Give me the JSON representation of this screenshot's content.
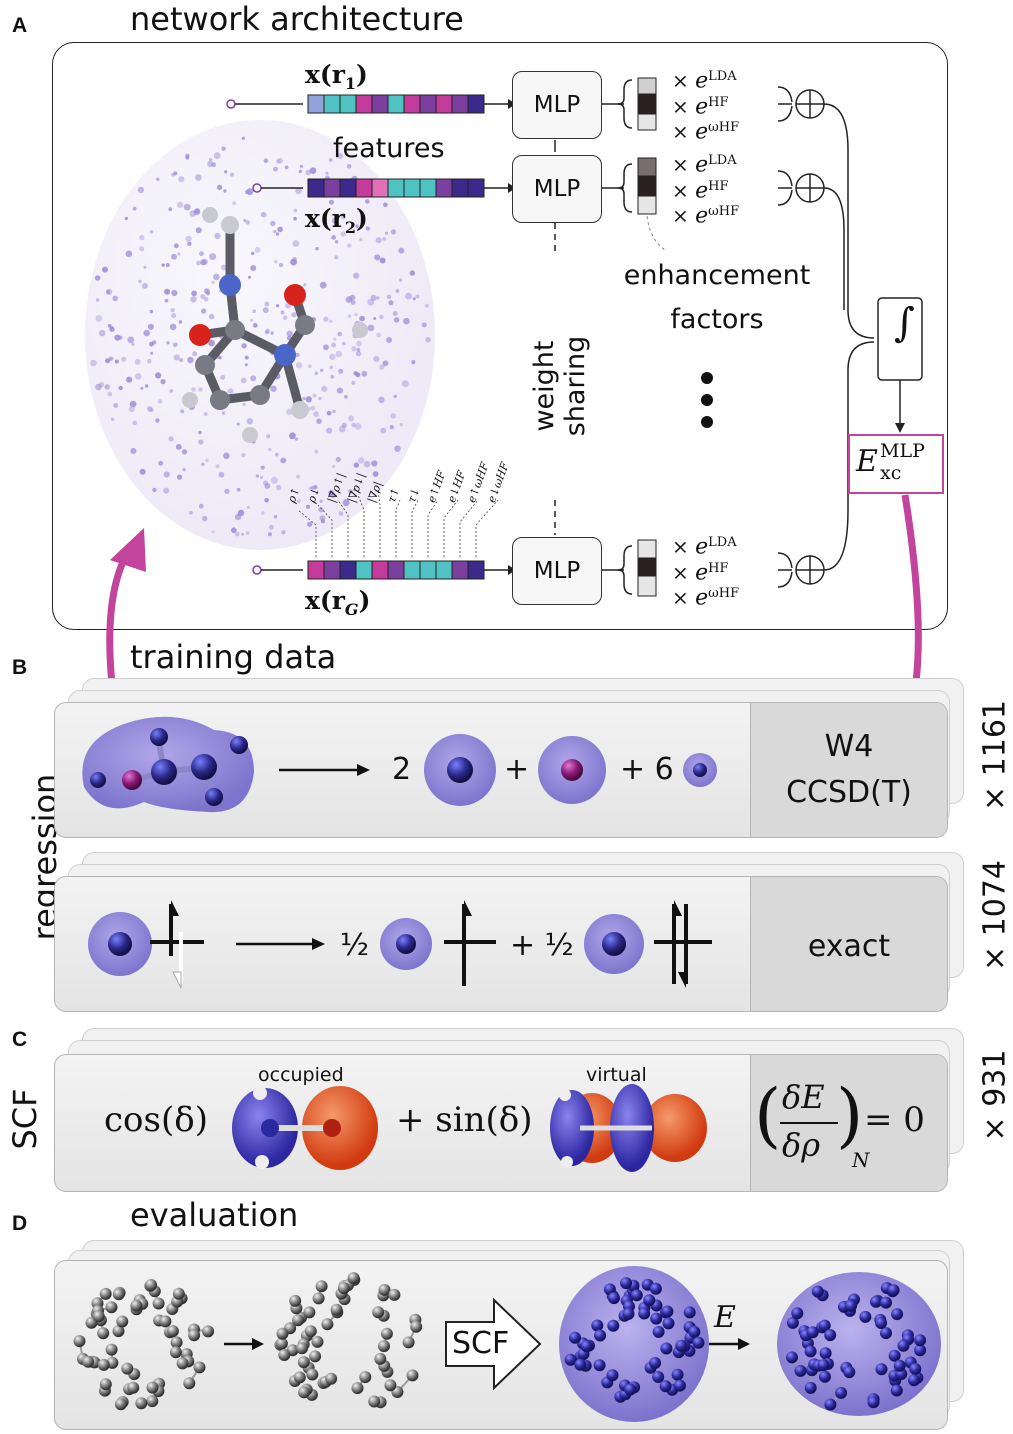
{
  "panels": {
    "a": {
      "letter": "A",
      "title": "network architecture",
      "features_label": "features",
      "x1_label": "x(r",
      "x1_sub": "1",
      "x2_label": "x(r",
      "x2_sub": "2",
      "xg_label": "x(r",
      "xg_sub": "G",
      "mlp_label": "MLP",
      "weight_sharing": "weight sharing",
      "enhancement_factors": "enhancement factors",
      "energy_terms": [
        "e",
        "e",
        "e"
      ],
      "energy_superscripts": [
        "LDA",
        "HF",
        "ωHF"
      ],
      "multiply_symbol": "×",
      "integral_symbol": "∫",
      "exc_main": "E",
      "exc_sup": "MLP",
      "exc_sub": "xc",
      "feature_names": [
        "ρ↑",
        "ρ↓",
        "|∇ρ↑|",
        "|∇ρ↓|",
        "|∇ρ|",
        "τ↑",
        "τ↓",
        "e↑HF",
        "e↓HF",
        "e↑ωHF",
        "e↓ωHF"
      ],
      "feature_colors_row1": [
        "#8fa3d8",
        "#4fc3c3",
        "#4fc3c3",
        "#c43b9c",
        "#7b3fa0",
        "#4fc3c3",
        "#c43b9c",
        "#7b3fa0",
        "#c43b9c",
        "#7b3fa0",
        "#3b2a8c"
      ],
      "feature_colors_row2": [
        "#3b2a8c",
        "#7b3fa0",
        "#3b2a8c",
        "#c43b9c",
        "#e070b8",
        "#4fc3c3",
        "#4fc3c3",
        "#4fc3c3",
        "#7b3fa0",
        "#3b2a8c",
        "#3b2a8c"
      ],
      "feature_colors_rowG": [
        "#c43b9c",
        "#7b3fa0",
        "#3b2a8c",
        "#4fc3c3",
        "#c43b9c",
        "#7b3fa0",
        "#4fc3c3",
        "#4fc3c3",
        "#4fc3c3",
        "#7b3fa0",
        "#3b2a8c"
      ]
    },
    "b": {
      "letter": "B",
      "title": "training data",
      "side_label": "regression",
      "row1": {
        "coef1": "2",
        "plus1": "+",
        "plus6": "+ 6",
        "right_line1": "W4",
        "right_line2": "CCSD(T)",
        "count": "× 1161"
      },
      "row2": {
        "half1": "½",
        "plus_half": "+ ½",
        "right": "exact",
        "count": "× 1074"
      }
    },
    "c": {
      "letter": "C",
      "side_label": "SCF",
      "cos": "cos(δ)",
      "sin": "+ sin(δ)",
      "occupied": "occupied",
      "virtual": "virtual",
      "eq_top": "δE",
      "eq_bottom": "δρ",
      "eq_sub": "N",
      "eq_rhs": "= 0",
      "count": "× 931"
    },
    "d": {
      "letter": "D",
      "title": "evaluation",
      "scf_arrow": "SCF",
      "energy_label": "E"
    }
  },
  "colors": {
    "magenta_arrow": "#c2449c",
    "density_blue": "#7a72d6",
    "atom_blue": "#2c2a8c",
    "orbital_orange": "#e0461c",
    "exc_box_border": "#c2449c"
  }
}
